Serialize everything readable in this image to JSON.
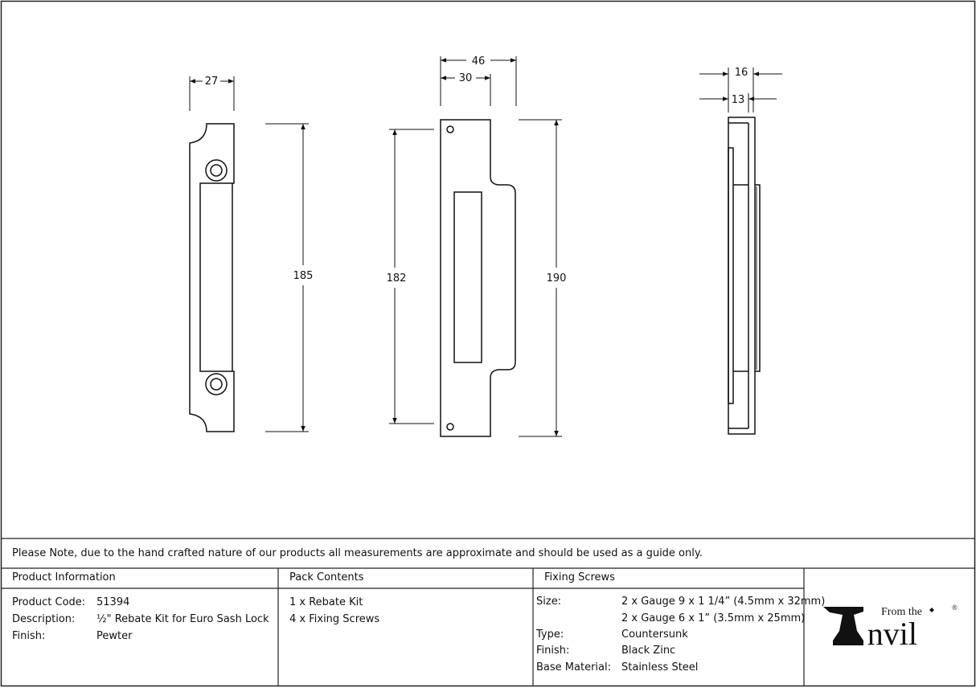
{
  "drawing": {
    "dimensions": {
      "left_width": "27",
      "left_height": "185",
      "front_width_outer": "46",
      "front_width_inner": "30",
      "front_inner_height": "182",
      "front_outer_height": "190",
      "side_width_outer": "16",
      "side_width_inner": "13"
    }
  },
  "note": "Please Note, due to the hand crafted nature of our products all measurements are approximate and should be used as a guide only.",
  "product_info": {
    "heading": "Product Information",
    "rows": [
      {
        "label": "Product Code:",
        "value": "51394"
      },
      {
        "label": "Description:",
        "value": "½\" Rebate Kit for Euro Sash Lock"
      },
      {
        "label": "Finish:",
        "value": "Pewter"
      }
    ]
  },
  "pack_contents": {
    "heading": "Pack Contents",
    "items": [
      "1 x Rebate Kit",
      "4 x Fixing Screws"
    ]
  },
  "fixing_screws": {
    "heading": "Fixing Screws",
    "size_label": "Size:",
    "size_values": [
      "2 x Gauge 9 x 1 1/4” (4.5mm x 32mm)",
      "2 x Gauge 6 x 1” (3.5mm x 25mm)"
    ],
    "type_label": "Type:",
    "type_value": "Countersunk",
    "finish_label": "Finish:",
    "finish_value": "Black Zinc",
    "material_label": "Base Material:",
    "material_value": "Stainless Steel"
  },
  "logo": {
    "from_the": "From the",
    "brand": "Anvil",
    "registered": "®"
  }
}
